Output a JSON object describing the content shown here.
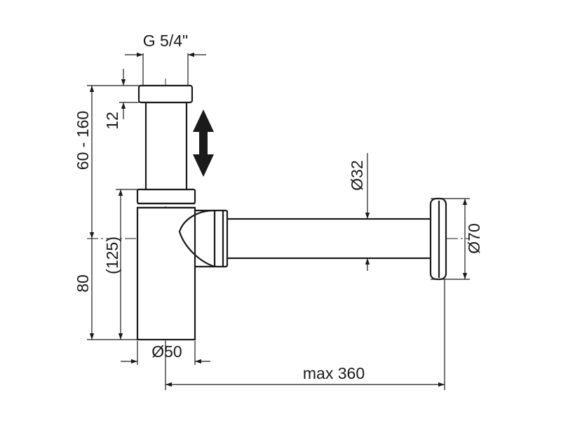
{
  "dimensions": {
    "thread": "G 5/4\"",
    "height_range": "60 - 160",
    "cap_height": "12",
    "bottom_height": "80",
    "body_height": "(125)",
    "body_diameter": "Ø50",
    "pipe_diameter": "Ø32",
    "rosette_diameter": "Ø70",
    "max_length": "max 360"
  },
  "colors": {
    "line": "#1a1a1a",
    "background": "#ffffff"
  }
}
